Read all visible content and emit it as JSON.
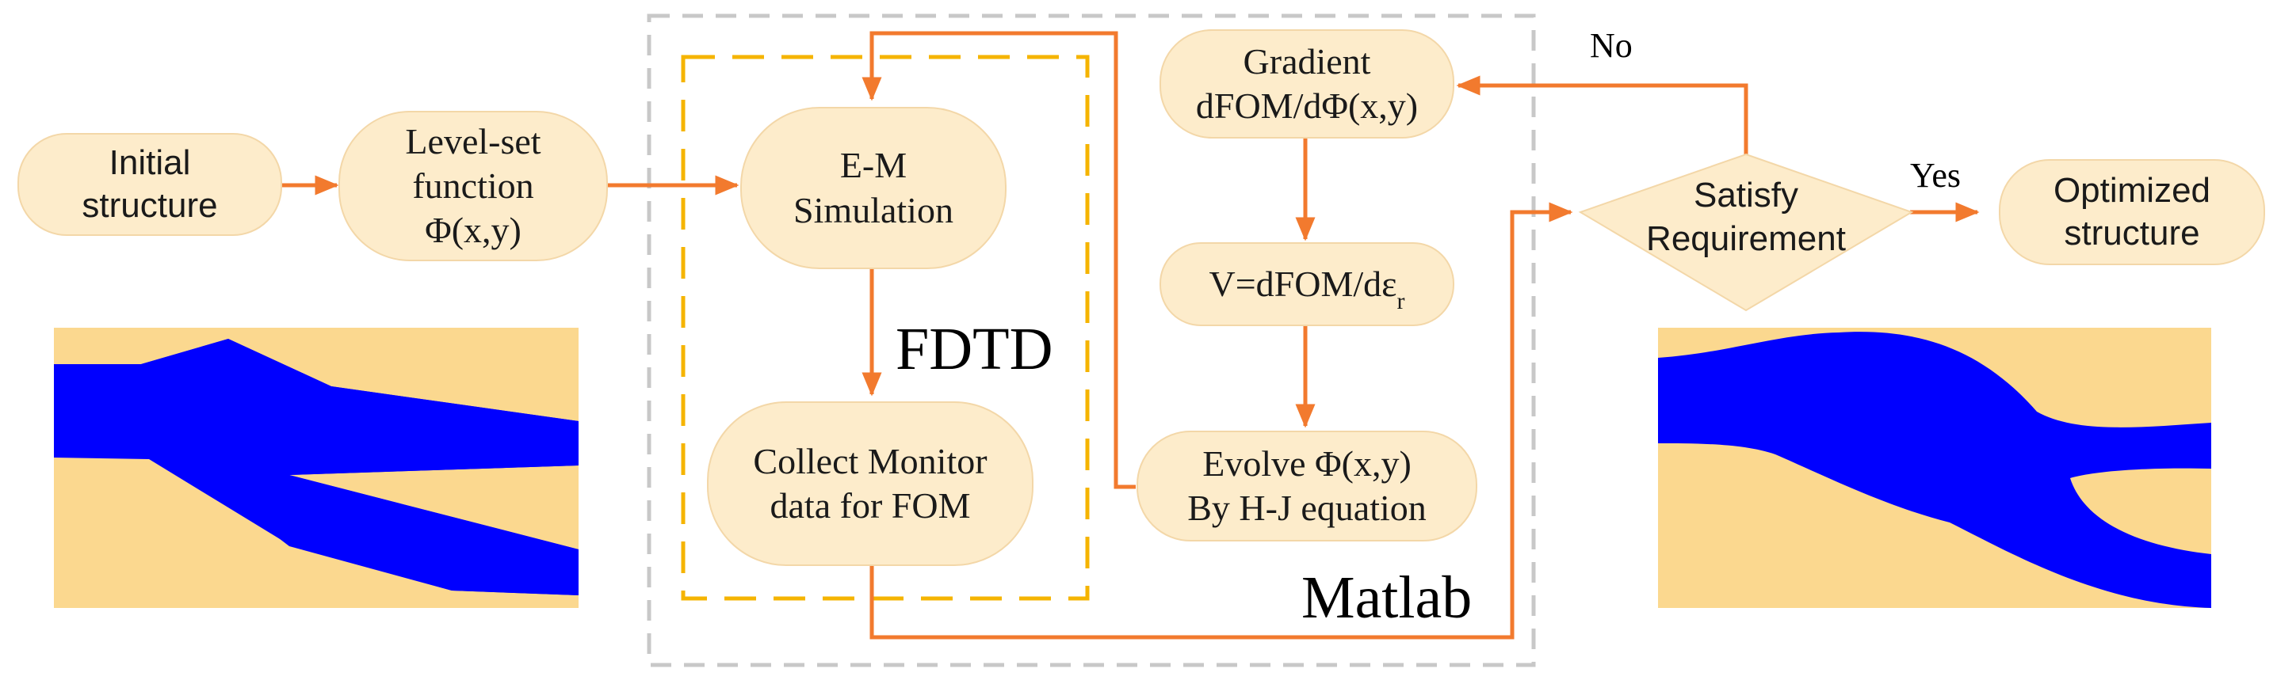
{
  "nodes": {
    "initial": {
      "line1": "Initial",
      "line2": "structure"
    },
    "levelset": {
      "line1": "Level-set",
      "line2": "function",
      "line3": "Φ(x,y)"
    },
    "em": {
      "line1": "E-M",
      "line2": "Simulation"
    },
    "collect": {
      "line1": "Collect Monitor",
      "line2": "data for FOM"
    },
    "gradient": {
      "line1": "Gradient",
      "line2": "dFOM/dΦ(x,y)"
    },
    "v": {
      "text": "V=dFOM/dε",
      "sub": "r"
    },
    "evolve": {
      "line1": "Evolve Φ(x,y)",
      "line2": "By H-J equation"
    },
    "satisfy": {
      "line1": "Satisfy",
      "line2": "Requirement"
    },
    "optimized": {
      "line1": "Optimized",
      "line2": "structure"
    }
  },
  "labels": {
    "fdtd": "FDTD",
    "matlab": "Matlab",
    "no": "No",
    "yes": "Yes"
  },
  "colors": {
    "node_fill": "#fdeccb",
    "node_border": "#f3d7a8",
    "arrow": "#f27a2e",
    "fdtd_border": "#f5b400",
    "matlab_border": "#c8c8c8",
    "waveguide": "#0000ff",
    "substrate": "#fbd88f"
  }
}
